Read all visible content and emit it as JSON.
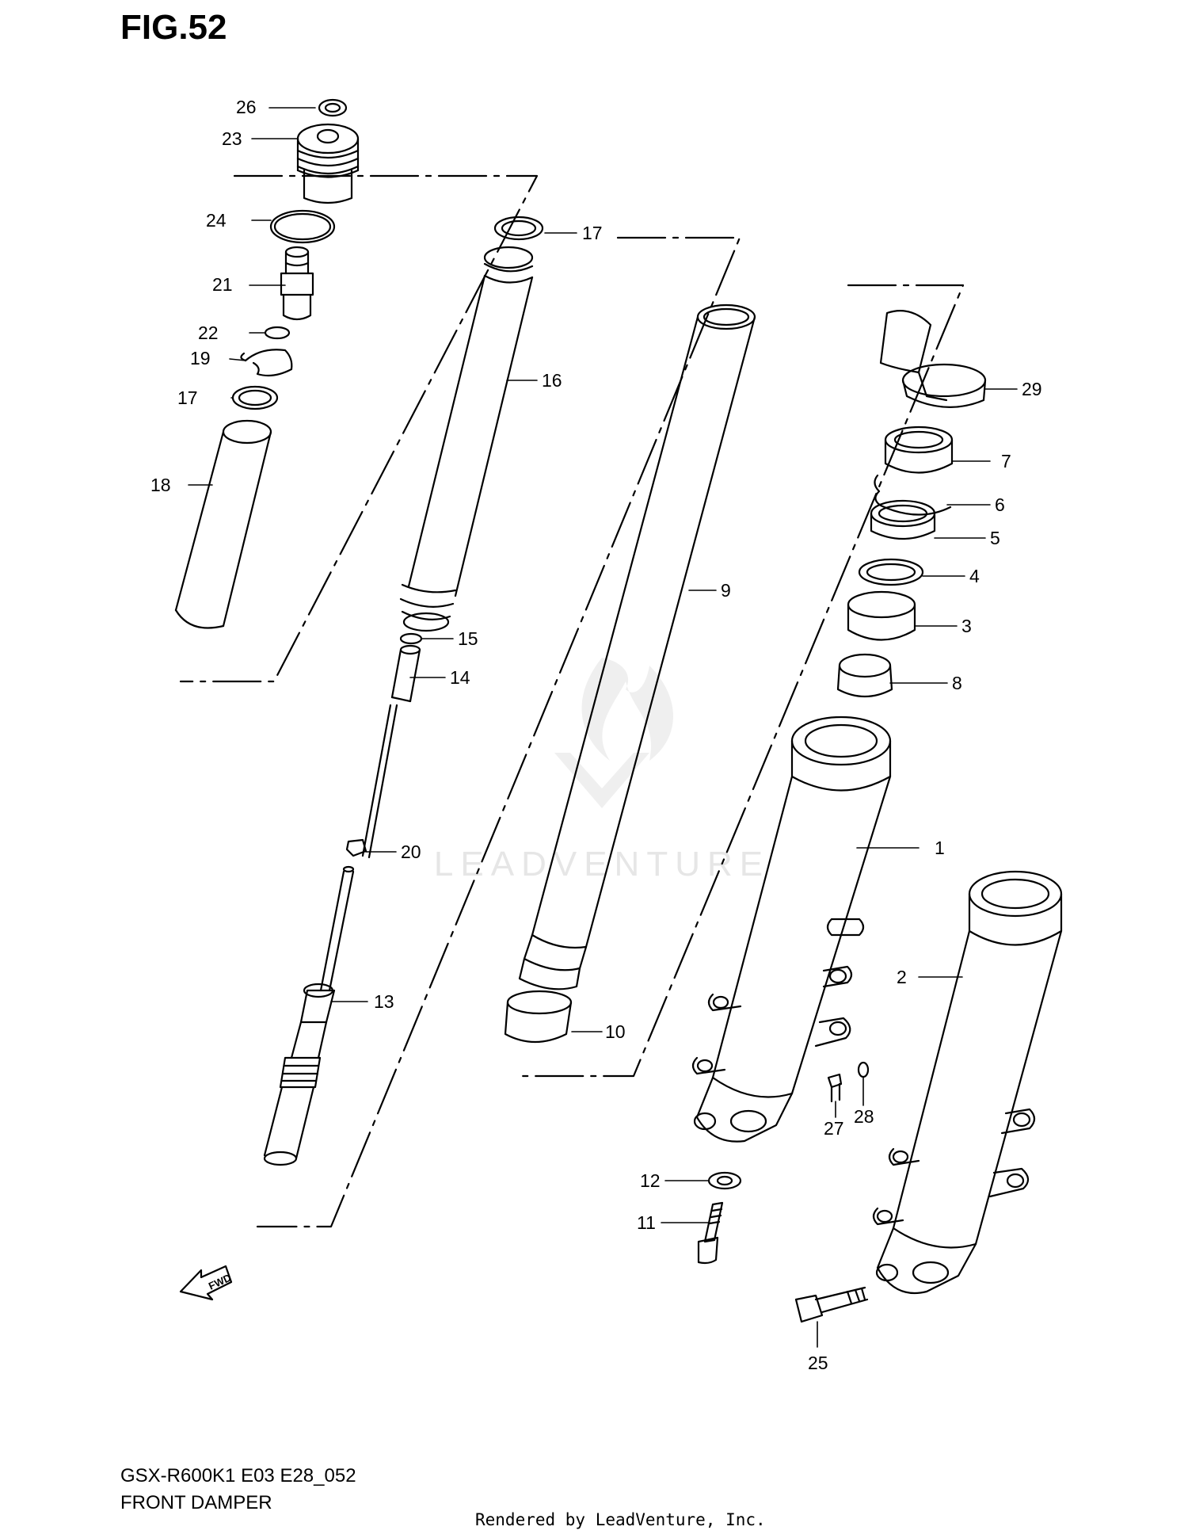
{
  "figure": {
    "title": "FIG.52"
  },
  "footer": {
    "model_code": "GSX-R600K1 E03 E28_052",
    "section_name": "FRONT DAMPER",
    "rendered_by": "Rendered by LeadVenture, Inc."
  },
  "watermark": {
    "text": "LEADVENTURE"
  },
  "fwd_arrow": {
    "label": "FWD"
  },
  "callouts": [
    "26",
    "23",
    "24",
    "21",
    "22",
    "19",
    "17",
    "18",
    "17",
    "16",
    "15",
    "14",
    "20",
    "13",
    "9",
    "10",
    "29",
    "7",
    "6",
    "5",
    "4",
    "3",
    "8",
    "1",
    "2",
    "27",
    "28",
    "12",
    "11",
    "25"
  ],
  "colors": {
    "line": "#000000",
    "background": "#ffffff",
    "watermark": "#e6e6e6"
  }
}
